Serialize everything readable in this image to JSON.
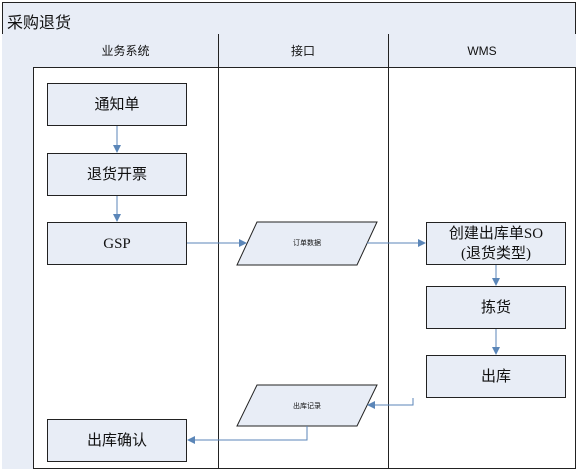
{
  "title": "采购退货",
  "lanes": [
    {
      "name": "业务系统"
    },
    {
      "name": "接口"
    },
    {
      "name": "WMS"
    }
  ],
  "nodes": {
    "notice": "通知单",
    "return_invoice": "退货开票",
    "gsp": "GSP",
    "order_data": "订单数据",
    "create_outbound": "创建出库单SO\n(退货类型)",
    "picking": "拣货",
    "outbound": "出库",
    "outbound_record": "出库记录",
    "outbound_confirm": "出库确认"
  },
  "colors": {
    "fill": "#e8edf6",
    "border": "#222222",
    "arrow": "#5b86b8"
  }
}
